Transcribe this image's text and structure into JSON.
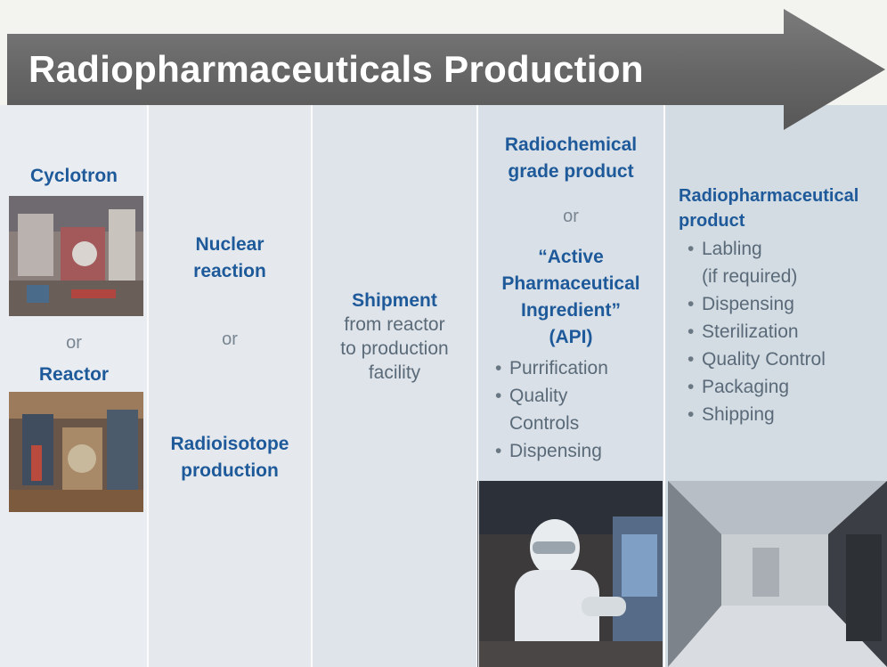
{
  "title": "Radiopharmaceuticals Production",
  "stage1": {
    "top_label": "Cyclotron",
    "or_text": "or",
    "bottom_label": "Reactor"
  },
  "stage2": {
    "top_line1": "Nuclear",
    "top_line2": "reaction",
    "or_text": "or",
    "bottom_line1": "Radioisotope",
    "bottom_line2": "production"
  },
  "stage3": {
    "heading": "Shipment",
    "line1": "from reactor",
    "line2": "to production",
    "line3": "facility"
  },
  "stage4": {
    "head_line1": "Radiochemical",
    "head_line2": "grade product",
    "or_text": "or",
    "api_line1": "“Active",
    "api_line2": "Pharmaceutical",
    "api_line3": "Ingredient”",
    "api_line4": "(API)",
    "steps": [
      "Purrification",
      "Quality",
      "Controls",
      "Dispensing"
    ]
  },
  "stage5": {
    "head_line1": "Radiopharmaceutical",
    "head_line2": "product",
    "steps": [
      "Labling",
      "(if required)",
      "Dispensing",
      "Sterilization",
      "Quality Control",
      "Packaging",
      "Shipping"
    ]
  },
  "colors": {
    "arrow": "#6a6a6a",
    "heading": "#1e5a9a",
    "body_text": "#5a6a78"
  }
}
